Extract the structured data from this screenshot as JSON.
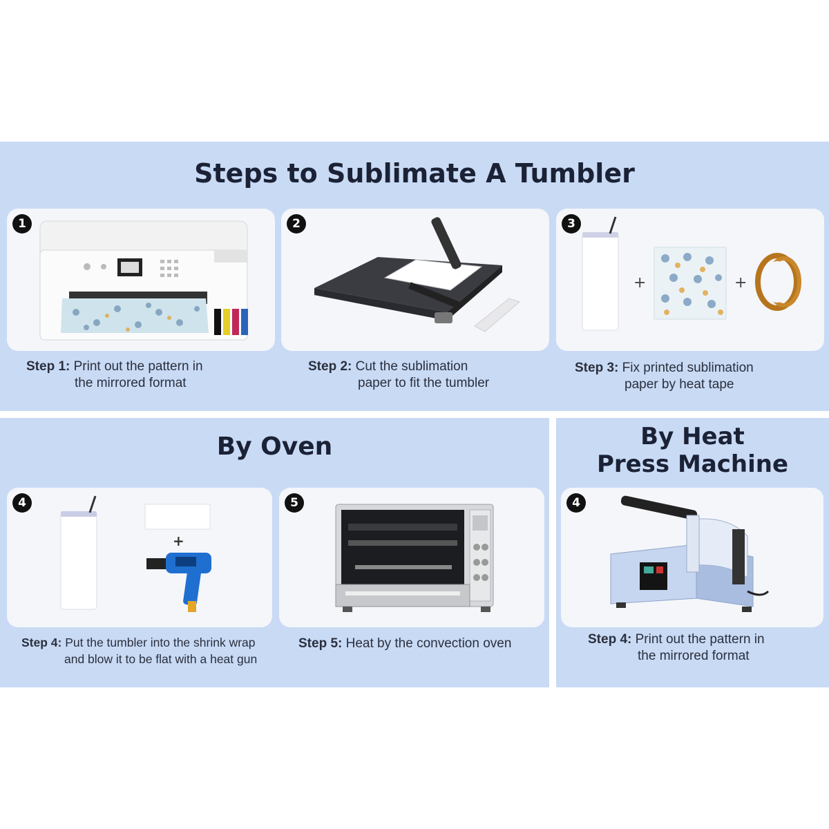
{
  "headings": {
    "main": "Steps to Sublimate A Tumbler",
    "oven": "By Oven",
    "press_line1": "By Heat",
    "press_line2": "Press Machine"
  },
  "steps": [
    {
      "badge": "1",
      "label": "Step 1:",
      "line1": " Print out the pattern in",
      "line2": "the mirrored format"
    },
    {
      "badge": "2",
      "label": "Step 2:",
      "line1": " Cut the sublimation",
      "line2": "paper to fit the tumbler"
    },
    {
      "badge": "3",
      "label": "Step 3:",
      "line1": " Fix printed sublimation",
      "line2": "paper by heat tape"
    },
    {
      "badge": "4",
      "label": "Step 4:",
      "line1": " Put the tumbler into the shrink wrap",
      "line2": "and blow it to be flat with a heat gun"
    },
    {
      "badge": "5",
      "label": "Step 5:",
      "line1": " Heat by the convection oven",
      "line2": ""
    },
    {
      "badge": "4",
      "label": "Step 4:",
      "line1": " Print out the pattern in",
      "line2": "the mirrored format"
    }
  ],
  "symbols": {
    "plus": "+"
  },
  "colors": {
    "band": "#c9daf5",
    "card": "#f4f6fa",
    "text": "#1b2236"
  }
}
